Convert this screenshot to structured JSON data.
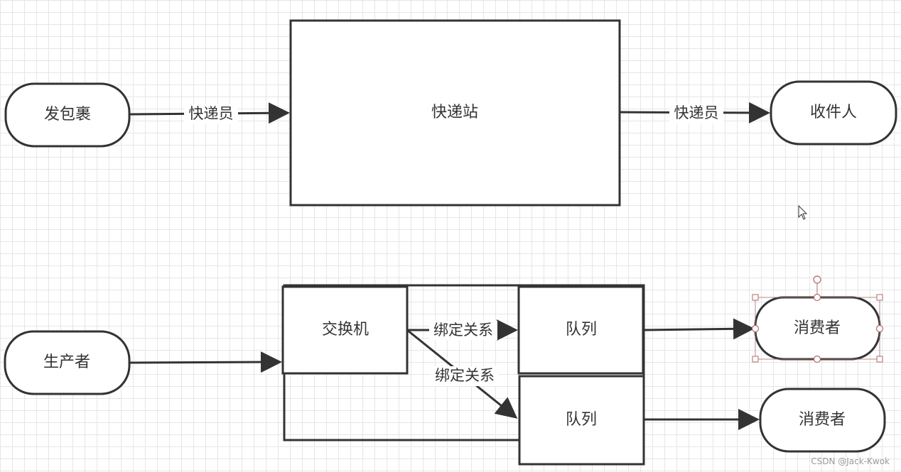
{
  "diagram": {
    "top": {
      "sender": "发包裹",
      "station": "快递站",
      "receiver": "收件人",
      "courier_left": "快递员",
      "courier_right": "快递员"
    },
    "bottom": {
      "producer": "生产者",
      "exchange": "交换机",
      "binding_1": "绑定关系",
      "binding_2": "绑定关系",
      "queue_1": "队列",
      "queue_2": "队列",
      "consumer_1": "消费者",
      "consumer_2": "消费者"
    },
    "selected_node": "consumer_1"
  },
  "watermark": "CSDN @Jack-Kwok",
  "colors": {
    "stroke": "#333333",
    "selection": "#b06a6a",
    "grid": "#e6e6e6"
  }
}
